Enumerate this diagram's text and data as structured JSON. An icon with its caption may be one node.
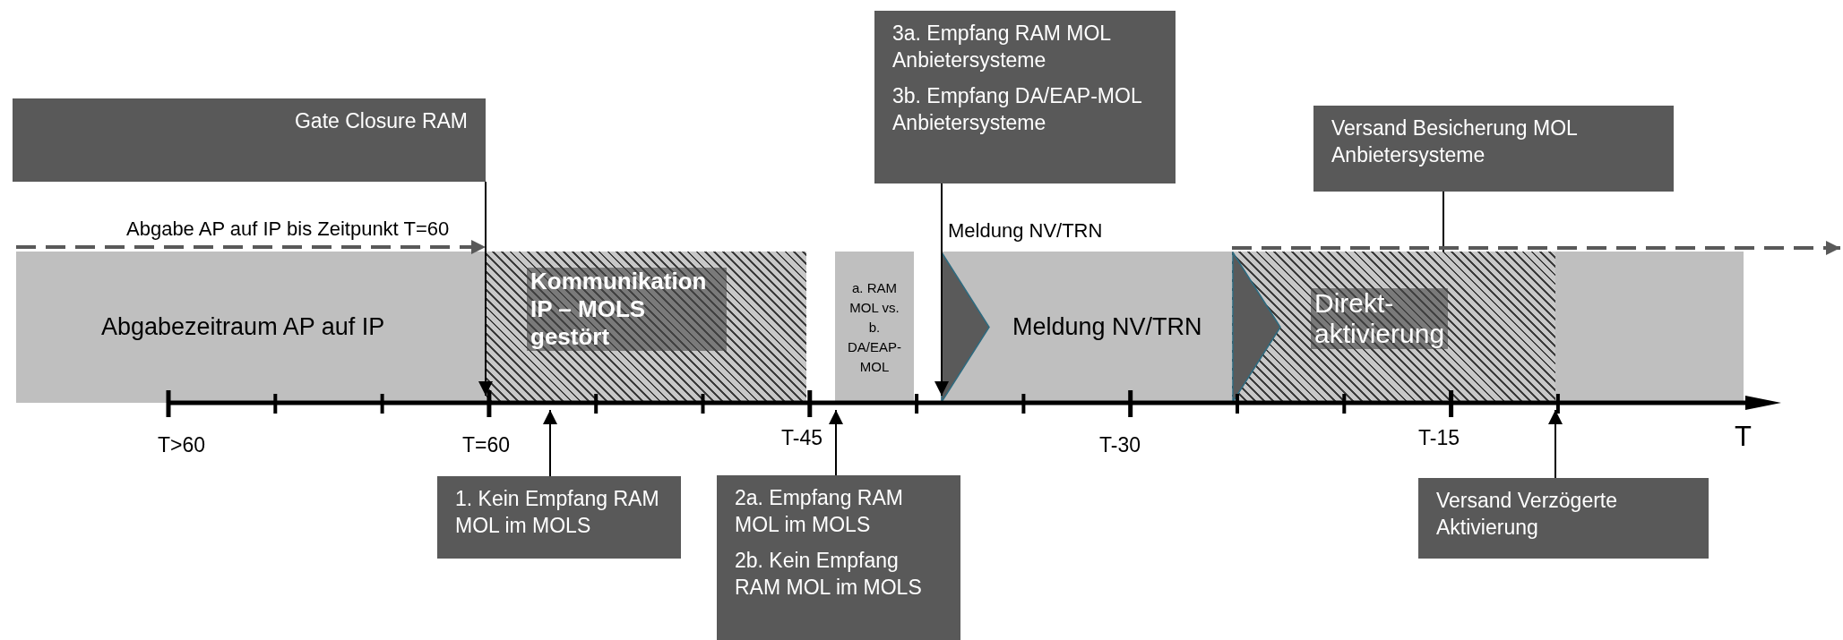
{
  "diagram": {
    "nodes": [
      {
        "text": [
          "Gate Closure RAM"
        ]
      },
      {
        "text": [
          "3a. Empfang RAM MOL Anbietersysteme",
          "3b. Empfang DA/EAP-MOL Anbietersysteme"
        ]
      },
      {
        "text": [
          "Versand Besicherung MOL Anbietersysteme"
        ]
      },
      {
        "text": [
          "Abgabezeitraum AP auf IP"
        ]
      },
      {
        "text": [
          "Kommunikation IP – MOLS gestört"
        ]
      },
      {
        "text": [
          "a. RAM MOL vs. b. DA/EAP-MOL"
        ]
      },
      {
        "text": [
          "Meldung NV/TRN"
        ]
      },
      {
        "text": [],
        "shape": "chevron",
        "in": 6
      },
      {
        "text": [
          "Direkt-aktivierung"
        ]
      },
      {
        "text": [],
        "shape": "chevron",
        "in": 8
      },
      {
        "text": [],
        "shape": "bar"
      },
      {
        "text": [
          "1. Kein Empfang RAM MOL im MOLS"
        ]
      },
      {
        "text": [
          "2a. Empfang RAM MOL im MOLS",
          "2b. Kein Empfang RAM MOL im MOLS"
        ]
      },
      {
        "text": [
          "Versand Verzögerte Aktivierung"
        ]
      },
      {
        "text": [],
        "shape": "arrow"
      }
    ],
    "edges": [
      {
        "from": 0,
        "to": 14,
        "arrow": "to"
      },
      {
        "from": 1,
        "to": 14,
        "arrow": "to"
      },
      {
        "from": 2,
        "to": 8,
        "arrow": "none"
      },
      {
        "from": 11,
        "to": 14,
        "arrow": "to"
      },
      {
        "from": 12,
        "to": 14,
        "arrow": "to"
      },
      {
        "from": 13,
        "to": 14,
        "arrow": "to"
      },
      {
        "from": 3,
        "to": 4,
        "arrow": "to",
        "label": "Abgabe AP auf IP bis Zeitpunkt T=60",
        "style": "dashed",
        "color": "#595959"
      },
      {
        "from": 8,
        "to": null,
        "arrow": "to",
        "style": "dashed",
        "color": "#595959"
      }
    ],
    "labels": [
      "Meldung NV/TRN",
      "T>60",
      "T=60",
      "T-45",
      "T-30",
      "T-15",
      "T"
    ]
  }
}
